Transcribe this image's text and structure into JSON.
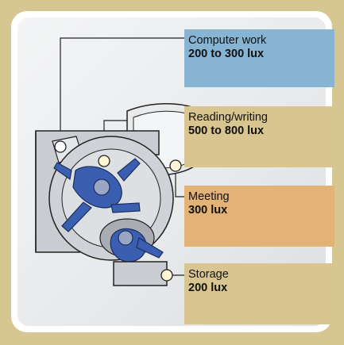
{
  "colors": {
    "background": "#d6c692",
    "computer_box": "#86b4d2",
    "reading_box": "#d8c58f",
    "meeting_box": "#e2b276",
    "storage_box": "#d8c58f",
    "figure_blue": "#3a5fb0",
    "furniture_gray": "#c9ccd1"
  },
  "callouts": {
    "computer": {
      "name": "Computer work",
      "lux": "200 to 300 lux"
    },
    "reading": {
      "name": "Reading/writing",
      "lux": "500 to 800 lux"
    },
    "meeting": {
      "name": "Meeting",
      "lux": "300 lux"
    },
    "storage": {
      "name": "Storage",
      "lux": "200 lux"
    }
  }
}
